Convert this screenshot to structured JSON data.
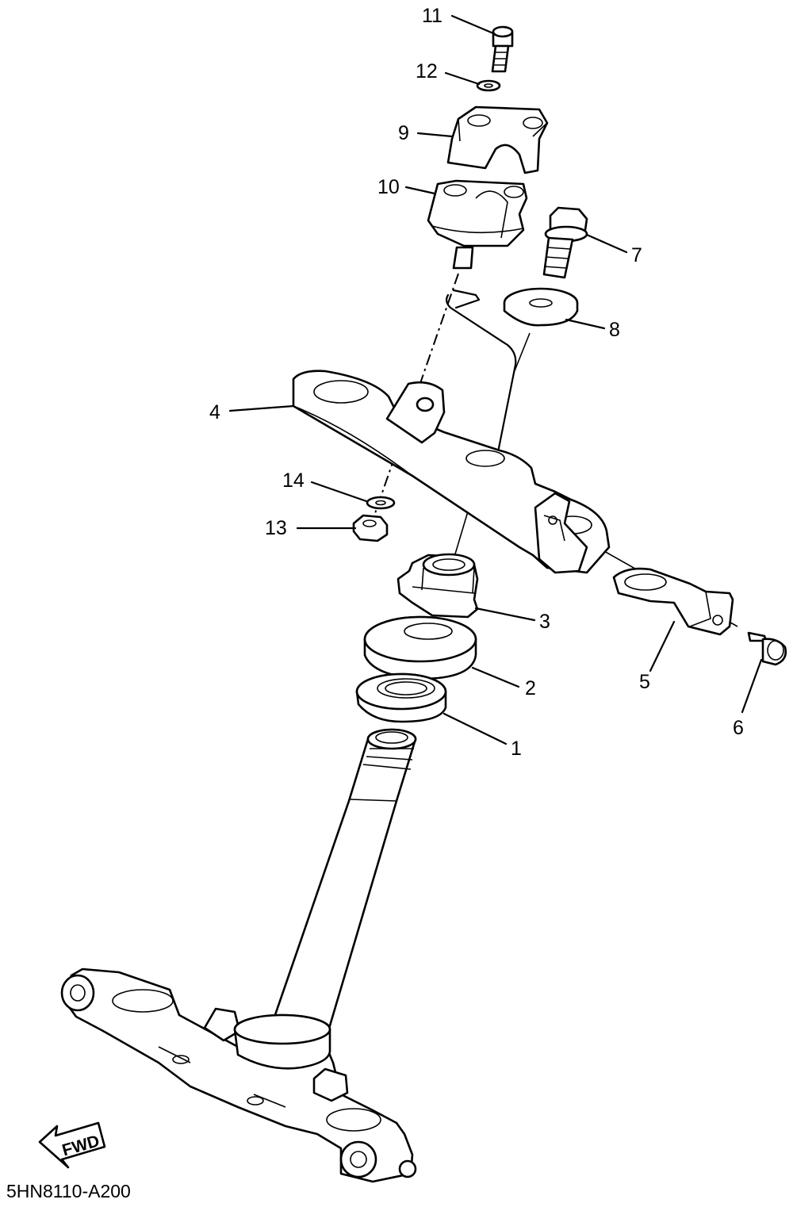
{
  "diagram": {
    "code": "5HN8110-A200",
    "direction_label": "FWD",
    "callouts": [
      {
        "id": "c1",
        "label": "1"
      },
      {
        "id": "c2",
        "label": "2"
      },
      {
        "id": "c3",
        "label": "3"
      },
      {
        "id": "c4",
        "label": "4"
      },
      {
        "id": "c5",
        "label": "5"
      },
      {
        "id": "c6",
        "label": "6"
      },
      {
        "id": "c7",
        "label": "7"
      },
      {
        "id": "c8",
        "label": "8"
      },
      {
        "id": "c9",
        "label": "9"
      },
      {
        "id": "c10",
        "label": "10"
      },
      {
        "id": "c11",
        "label": "11"
      },
      {
        "id": "c12",
        "label": "12"
      },
      {
        "id": "c13",
        "label": "13"
      },
      {
        "id": "c14",
        "label": "14"
      }
    ]
  }
}
